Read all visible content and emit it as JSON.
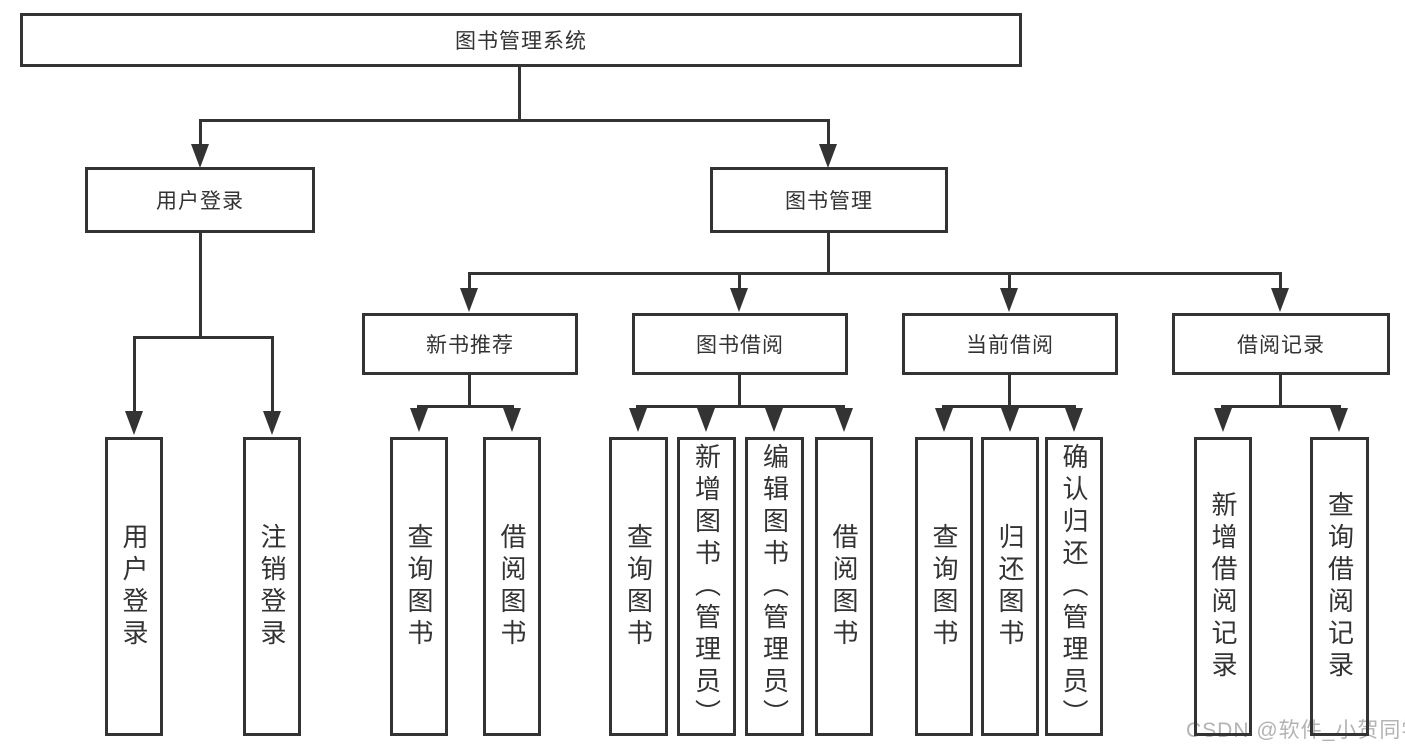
{
  "diagram_title": "图书管理系统",
  "tree": {
    "root": "图书管理系统",
    "user_login": {
      "label": "用户登录",
      "login": "用户登录",
      "logout": "注销登录"
    },
    "book_mgmt": {
      "label": "图书管理",
      "new_book_rec": {
        "label": "新书推荐",
        "query_books": "查询图书",
        "borrow_books": "借阅图书"
      },
      "book_borrow": {
        "label": "图书借阅",
        "query_books": "查询图书",
        "add_books": "新增图书（管理员）",
        "edit_books": "编辑图书（管理员）",
        "borrow_books": "借阅图书"
      },
      "current_borrow": {
        "label": "当前借阅",
        "query_books": "查询图书",
        "return_books": "归还图书",
        "confirm_return": "确认归还（管理员）"
      },
      "borrow_records": {
        "label": "借阅记录",
        "add_record": "新增借阅记录",
        "query_record": "查询借阅记录"
      }
    }
  },
  "watermark": "CSDN @软件_小贺同学",
  "colors": {
    "line": "#333333",
    "box_fill": "#ffffff",
    "text": "#333333",
    "watermark": "#b3b3b3",
    "background": "#ffffff"
  }
}
